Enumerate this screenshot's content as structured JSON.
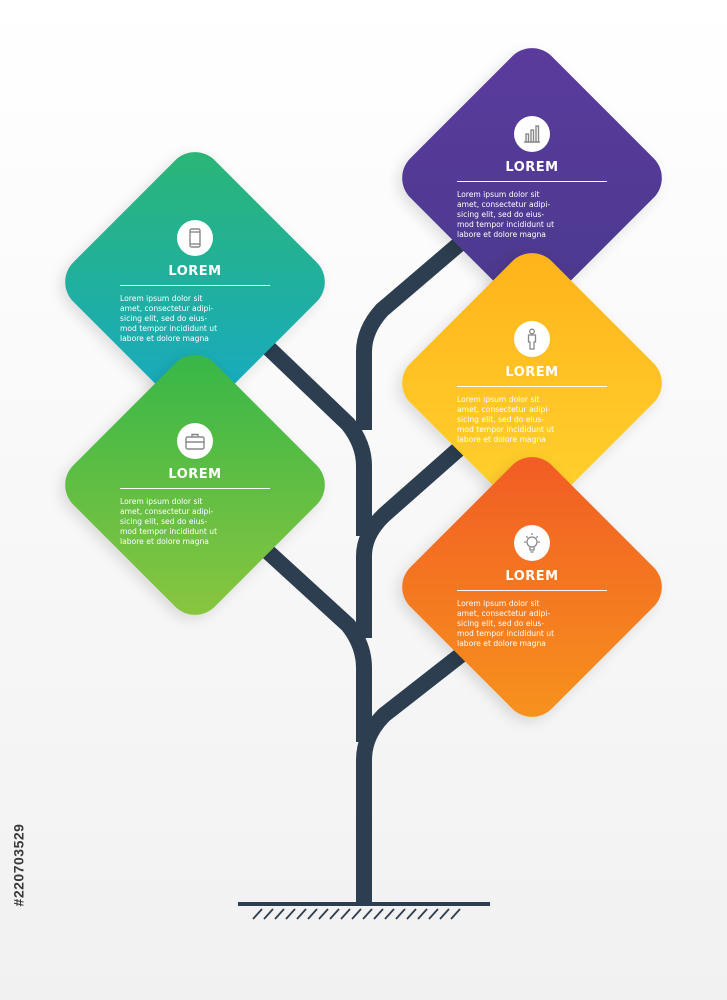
{
  "cards": [
    {
      "id": "purple",
      "icon": "bar-chart-icon",
      "title": "LOREM",
      "body_lines": [
        "Lorem ipsum dolor sit",
        "amet, consectetur adipi-",
        "sicing elit, sed do eius-",
        "mod tempor incididunt ut",
        "labore et dolore magna"
      ],
      "colors": [
        "#5b3b9e",
        "#4a3a8c"
      ]
    },
    {
      "id": "teal",
      "icon": "smartphone-icon",
      "title": "LOREM",
      "body_lines": [
        "Lorem ipsum dolor sit",
        "amet, consectetur adipi-",
        "sicing elit, sed do eius-",
        "mod tempor incididunt ut",
        "labore et dolore magna"
      ],
      "colors": [
        "#2bb673",
        "#16a9c8"
      ]
    },
    {
      "id": "yellow",
      "icon": "person-icon",
      "title": "LOREM",
      "body_lines": [
        "Lorem ipsum dolor sit",
        "amet, consectetur adipi-",
        "sicing elit, sed do eius-",
        "mod tempor incididunt ut",
        "labore et dolore magna"
      ],
      "colors": [
        "#ffb21a",
        "#ffd42f"
      ]
    },
    {
      "id": "green",
      "icon": "briefcase-icon",
      "title": "LOREM",
      "body_lines": [
        "Lorem ipsum dolor sit",
        "amet, consectetur adipi-",
        "sicing elit, sed do eius-",
        "mod tempor incididunt ut",
        "labore et dolore magna"
      ],
      "colors": [
        "#34b648",
        "#8cc63f"
      ]
    },
    {
      "id": "orange",
      "icon": "lightbulb-icon",
      "title": "LOREM",
      "body_lines": [
        "Lorem ipsum dolor sit",
        "amet, consectetur adipi-",
        "sicing elit, sed do eius-",
        "mod tempor incididunt ut",
        "labore et dolore magna"
      ],
      "colors": [
        "#f15a24",
        "#f7941d"
      ]
    }
  ],
  "trunk_color": "#2c3e50",
  "stock_id": "#220703529"
}
